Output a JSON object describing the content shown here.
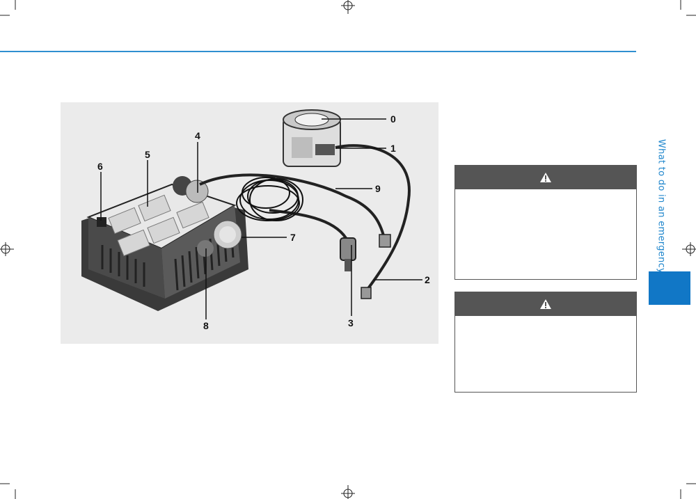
{
  "header": {
    "accent_color": "#2f8fd0"
  },
  "side_tab": {
    "label": "What to do in an emergency",
    "label_color": "#1f86cc",
    "tab_color": "#1177c6"
  },
  "figure": {
    "callouts": [
      "0",
      "1",
      "2",
      "3",
      "4",
      "5",
      "6",
      "7",
      "8",
      "9"
    ]
  },
  "warnings": [
    {
      "icon": "warning-triangle-icon"
    },
    {
      "icon": "warning-triangle-icon"
    }
  ]
}
